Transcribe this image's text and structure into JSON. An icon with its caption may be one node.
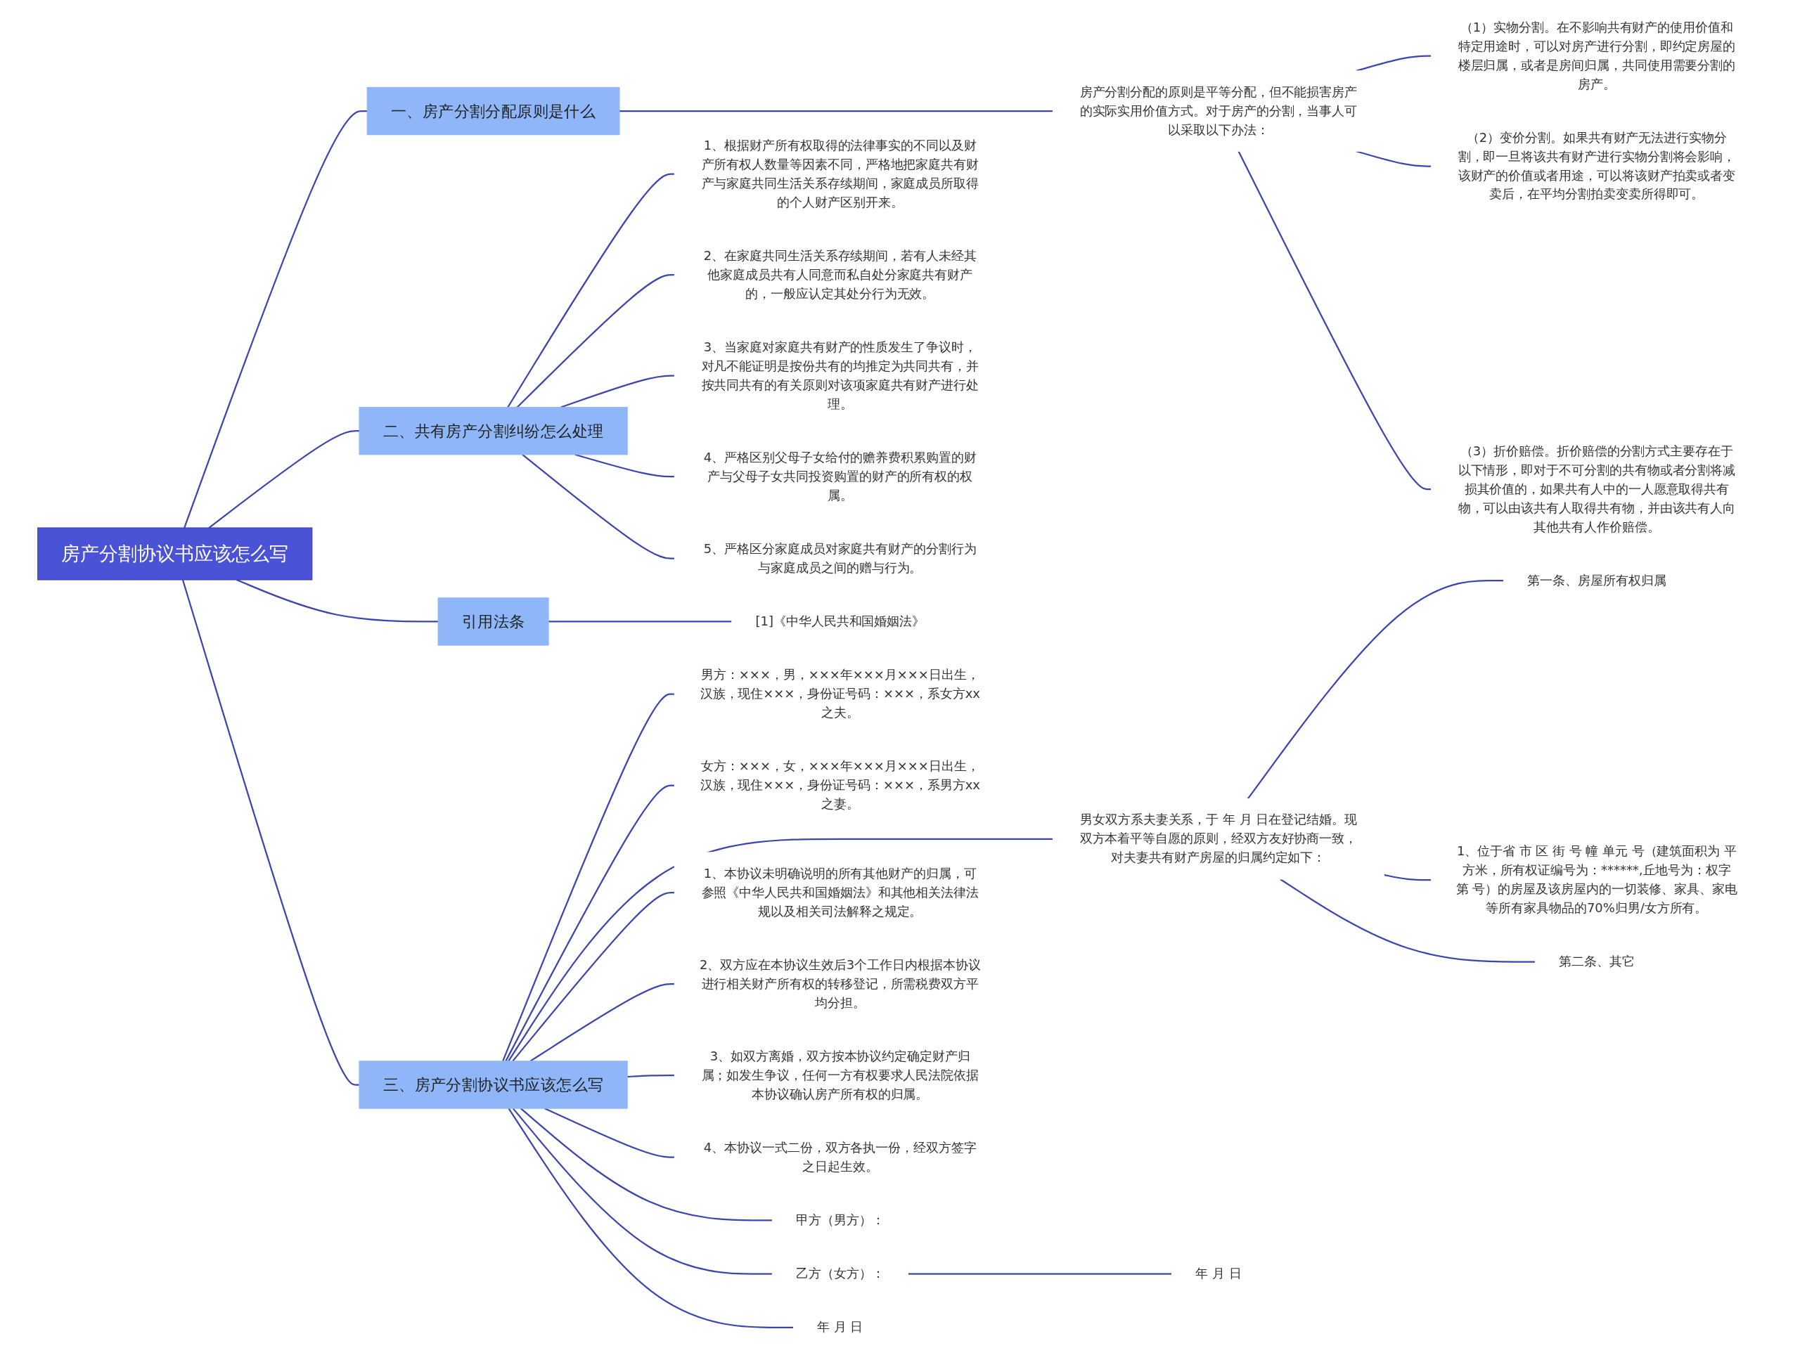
{
  "diagram": {
    "nodes": [
      {
        "text": [
          "房产分割协议书应该怎么写"
        ]
      },
      {
        "text": [
          "一、房产分割分配原则是什么"
        ]
      },
      {
        "text": [
          "房产分割分配的原则是平等分配，但不能损害房产的实际实用价值方式。对于房产的分割，当事人可以采取以下办法："
        ]
      },
      {
        "text": [
          "（1）实物分割。在不影响共有财产的使用价值和特定用途时，可以对房产进行分割，即约定房屋的楼层归属，或者是房间归属，共同使用需要分割的房产。"
        ]
      },
      {
        "text": [
          "（2）变价分割。如果共有财产无法进行实物分割，即一旦将该共有财产进行实物分割将会影响，该财产的价值或者用途，可以将该财产拍卖或者变卖后，在平均分割拍卖变卖所得即可。"
        ]
      },
      {
        "text": [
          "（3）折价赔偿。折价赔偿的分割方式主要存在于以下情形，即对于不可分割的共有物或者分割将减损其价值的，如果共有人中的一人愿意取得共有物，可以由该共有人取得共有物，并由该共有人向其他共有人作价赔偿。"
        ]
      },
      {
        "text": [
          "二、共有房产分割纠纷怎么处理"
        ]
      },
      {
        "text": [
          "1、根据财产所有权取得的法律事实的不同以及财产所有权人数量等因素不同，严格地把家庭共有财产与家庭共同生活关系存续期间，家庭成员所取得的个人财产区别开来。"
        ]
      },
      {
        "text": [
          "2、在家庭共同生活关系存续期间，若有人未经其他家庭成员共有人同意而私自处分家庭共有财产的，一般应认定其处分行为无效。"
        ]
      },
      {
        "text": [
          "3、当家庭对家庭共有财产的性质发生了争议时，对凡不能证明是按份共有的均推定为共同共有，并按共同共有的有关原则对该项家庭共有财产进行处理。"
        ]
      },
      {
        "text": [
          "4、严格区别父母子女给付的赡养费积累购置的财产与父母子女共同投资购置的财产的所有权的权属。"
        ]
      },
      {
        "text": [
          "5、严格区分家庭成员对家庭共有财产的分割行为与家庭成员之间的赠与行为。"
        ]
      },
      {
        "text": [
          "引用法条"
        ]
      },
      {
        "text": [
          "[1]《中华人民共和国婚姻法》"
        ]
      },
      {
        "text": [
          "三、房产分割协议书应该怎么写"
        ]
      },
      {
        "text": [
          "男方：×××，男，×××年×××月×××日出生，汉族，现住×××，身份证号码：×××，系女方xx之夫。"
        ]
      },
      {
        "text": [
          "女方：×××，女，×××年×××月×××日出生，汉族，现住×××，身份证号码：×××，系男方xx之妻。"
        ]
      },
      {
        "text": [
          "男女双方系夫妻关系，于 年 月 日在登记结婚。现双方本着平等自愿的原则，经双方友好协商一致，对夫妻共有财产房屋的归属约定如下："
        ]
      },
      {
        "text": [
          "第一条、房屋所有权归属"
        ]
      },
      {
        "text": [
          "1、位于省 市 区 街 号 幢 单元 号（建筑面积为 平方米，所有权证编号为：******,丘地号为：权字第 号）的房屋及该房屋内的一切装修、家具、家电等所有家具物品的70%归男/女方所有。"
        ]
      },
      {
        "text": [
          "第二条、其它"
        ]
      },
      {
        "text": [
          "1、本协议未明确说明的所有其他财产的归属，可参照《中华人民共和国婚姻法》和其他相关法律法规以及相关司法解释之规定。"
        ]
      },
      {
        "text": [
          "2、双方应在本协议生效后3个工作日内根据本协议进行相关财产所有权的转移登记，所需税费双方平均分担。"
        ]
      },
      {
        "text": [
          "3、如双方离婚，双方按本协议约定确定财产归属；如发生争议，任何一方有权要求人民法院依据本协议确认房产所有权的归属。"
        ]
      },
      {
        "text": [
          "4、本协议一式二份，双方各执一份，经双方签字之日起生效。"
        ]
      },
      {
        "text": [
          "甲方（男方）："
        ]
      },
      {
        "text": [
          "乙方（女方）："
        ]
      },
      {
        "text": [
          "年 月 日"
        ]
      },
      {
        "text": [
          "年 月 日"
        ]
      }
    ],
    "edges": [
      {
        "from": 0,
        "to": 1,
        "arrow": "none"
      },
      {
        "from": 1,
        "to": 2,
        "arrow": "none"
      },
      {
        "from": 2,
        "to": 3,
        "arrow": "none"
      },
      {
        "from": 2,
        "to": 4,
        "arrow": "none"
      },
      {
        "from": 2,
        "to": 5,
        "arrow": "none"
      },
      {
        "from": 0,
        "to": 6,
        "arrow": "none"
      },
      {
        "from": 6,
        "to": 7,
        "arrow": "none"
      },
      {
        "from": 6,
        "to": 8,
        "arrow": "none"
      },
      {
        "from": 6,
        "to": 9,
        "arrow": "none"
      },
      {
        "from": 6,
        "to": 10,
        "arrow": "none"
      },
      {
        "from": 6,
        "to": 11,
        "arrow": "none"
      },
      {
        "from": 0,
        "to": 12,
        "arrow": "none"
      },
      {
        "from": 12,
        "to": 13,
        "arrow": "none"
      },
      {
        "from": 0,
        "to": 14,
        "arrow": "none"
      },
      {
        "from": 14,
        "to": 15,
        "arrow": "none"
      },
      {
        "from": 14,
        "to": 16,
        "arrow": "none"
      },
      {
        "from": 14,
        "to": 17,
        "arrow": "none"
      },
      {
        "from": 17,
        "to": 18,
        "arrow": "none"
      },
      {
        "from": 17,
        "to": 19,
        "arrow": "none"
      },
      {
        "from": 17,
        "to": 20,
        "arrow": "none"
      },
      {
        "from": 14,
        "to": 21,
        "arrow": "none"
      },
      {
        "from": 14,
        "to": 22,
        "arrow": "none"
      },
      {
        "from": 14,
        "to": 23,
        "arrow": "none"
      },
      {
        "from": 14,
        "to": 24,
        "arrow": "none"
      },
      {
        "from": 14,
        "to": 25,
        "arrow": "none"
      },
      {
        "from": 14,
        "to": 26,
        "arrow": "none"
      },
      {
        "from": 26,
        "to": 27,
        "arrow": "none"
      },
      {
        "from": 14,
        "to": 28,
        "arrow": "none"
      }
    ]
  }
}
